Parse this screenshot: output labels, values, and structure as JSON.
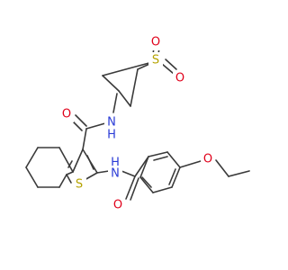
{
  "colors": {
    "bond": "#3a3a3a",
    "N": "#2a3bd6",
    "O": "#e0001a",
    "S": "#b5a300"
  },
  "atoms": {
    "sulfone_s": {
      "text": "S",
      "element": "S"
    },
    "sulfone_o1": {
      "text": "O",
      "element": "O"
    },
    "sulfone_o2": {
      "text": "O",
      "element": "O"
    },
    "amide1_o": {
      "text": "O",
      "element": "O"
    },
    "amide1_n": {
      "text": "N",
      "element": "N"
    },
    "amide1_h": {
      "text": "H",
      "element": "N"
    },
    "amide2_n": {
      "text": "N",
      "element": "N"
    },
    "amide2_h": {
      "text": "H",
      "element": "N"
    },
    "thiophene_s": {
      "text": "S",
      "element": "S"
    },
    "amide2_o": {
      "text": "O",
      "element": "O"
    },
    "ether_o": {
      "text": "O",
      "element": "O"
    }
  }
}
